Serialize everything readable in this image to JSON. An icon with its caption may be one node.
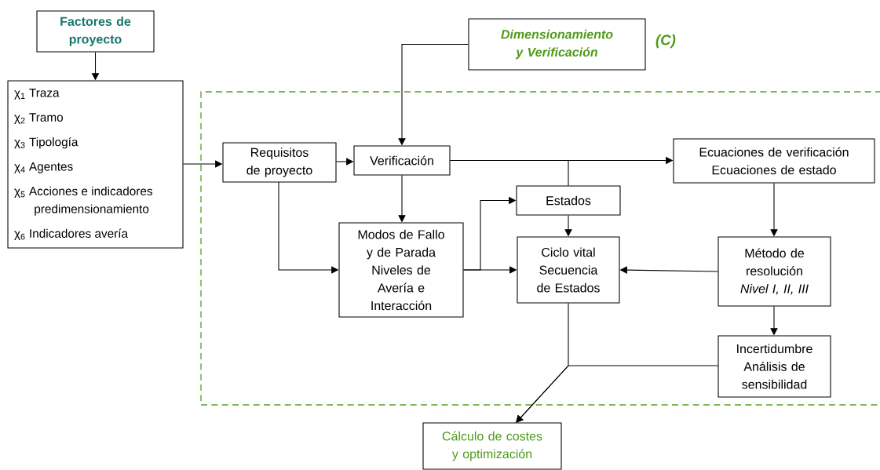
{
  "diagram": {
    "nodes": [
      {
        "text": [
          "Factores de proyecto"
        ]
      },
      {
        "text": [
          "χ$_{1}$ Traza",
          "χ$_{2}$ Tramo",
          "χ$_{3}$ Tipología",
          "χ$_{4}$ Agentes",
          "χ$_{5}$ Acciones e indicadores predimensionamiento",
          "χ$_{6}$ Indicadores avería"
        ]
      },
      {
        "text": [
          "Dimensionamiento y Verificación"
        ],
        "beside": [
          "(C)"
        ]
      },
      {
        "text": [],
        "shape": "box"
      },
      {
        "text": [
          "Requisitos de proyecto"
        ],
        "in": 3
      },
      {
        "text": [
          "Verificación"
        ],
        "in": 3
      },
      {
        "text": [
          "Ecuaciones de verificación",
          "Ecuaciones de estado"
        ],
        "in": 3
      },
      {
        "text": [
          "Estados"
        ],
        "in": 3
      },
      {
        "text": [
          "Modos de Fallo y de Parada",
          "Niveles de Avería e Interacción"
        ],
        "in": 3
      },
      {
        "text": [
          "Ciclo vital",
          "Secuencia de Estados"
        ],
        "in": 3
      },
      {
        "text": [
          "Método de resolución",
          "Nivel I, II, III"
        ],
        "in": 3
      },
      {
        "text": [
          "Incertidumbre",
          "Análisis de sensibilidad"
        ],
        "in": 3
      },
      {
        "text": [
          "Cálculo de costes y optimización"
        ]
      }
    ],
    "edges": [
      {
        "from": 0,
        "to": 1,
        "arrow": "to"
      },
      {
        "from": 1,
        "to": 4,
        "arrow": "to"
      },
      {
        "from": 2,
        "to": 5,
        "arrow": "to"
      },
      {
        "from": 4,
        "to": 5,
        "arrow": "to"
      },
      {
        "from": 4,
        "to": 8,
        "arrow": "to"
      },
      {
        "from": 5,
        "to": 8,
        "arrow": "to"
      },
      {
        "from": 5,
        "to": 6,
        "arrow": "to"
      },
      {
        "from": 5,
        "to": 7,
        "arrow": "none"
      },
      {
        "from": 7,
        "to": 9,
        "arrow": "to"
      },
      {
        "from": 8,
        "to": 9,
        "arrow": "to"
      },
      {
        "from": 8,
        "to": 7,
        "arrow": "to"
      },
      {
        "from": 10,
        "to": 9,
        "arrow": "to"
      },
      {
        "from": 6,
        "to": 10,
        "arrow": "to"
      },
      {
        "from": 10,
        "to": 11,
        "arrow": "to"
      },
      {
        "from": 9,
        "to": 12,
        "arrow": "to"
      },
      {
        "from": 11,
        "to": 12,
        "arrow": "to"
      }
    ]
  }
}
